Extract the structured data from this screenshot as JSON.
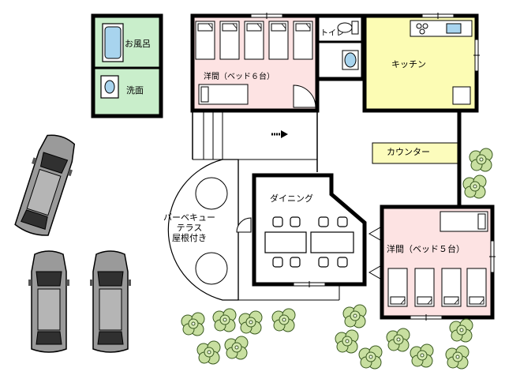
{
  "rooms": {
    "bath": "お風呂",
    "washroom": "洗面",
    "bedroom_west": "洋間（ベッド６台）",
    "toilet": "トイレ",
    "kitchen": "キッチン",
    "counter": "カウンター",
    "dining": "ダイニング",
    "bbq_line1": "バーベキュー",
    "bbq_line2": "テラス",
    "bbq_line3": "屋根付き",
    "bedroom_east": "洋間（ベッド５台）"
  },
  "colors": {
    "bedroom": "#fde3e3",
    "kitchen": "#fcfcb4",
    "counter": "#fcfcbc",
    "bath_area": "#c9eecb",
    "wall": "#000000",
    "tree": "#c8dfa0",
    "car": "#a0a0a0"
  }
}
